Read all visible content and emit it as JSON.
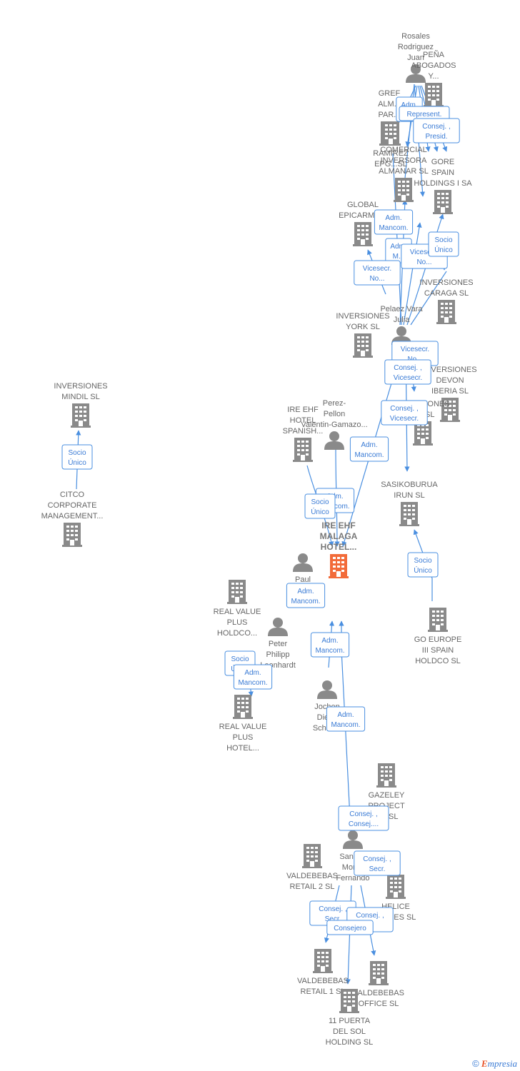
{
  "colors": {
    "edge": "#4a8fe0",
    "node": "#8a8a8a",
    "main": "#f26b3a",
    "rel_text": "#3a7bd5"
  },
  "nodes": [
    {
      "id": "main",
      "type": "company",
      "main": true,
      "label": [
        "IRE EHF",
        "MALAGA",
        "HOTEL..."
      ]
    },
    {
      "id": "rosales",
      "type": "person",
      "label": [
        "Rosales",
        "Rodriguez",
        "Juan"
      ]
    },
    {
      "id": "pena",
      "type": "company",
      "label": [
        "PEÑA",
        "ABOGADOS",
        "Y..."
      ]
    },
    {
      "id": "gref",
      "type": "company",
      "label": [
        "GREF",
        "ALM...",
        "PAR..."
      ]
    },
    {
      "id": "ramirez",
      "type": "company",
      "label": [
        "RAMIREZ",
        "EPG...SL"
      ]
    },
    {
      "id": "comercial",
      "type": "company",
      "label": [
        "COMERCIAL",
        "INVERSORA",
        "ALMANAR SL"
      ]
    },
    {
      "id": "gore",
      "type": "company",
      "label": [
        "GORE",
        "SPAIN",
        "HOLDINGS I SA"
      ]
    },
    {
      "id": "global",
      "type": "company",
      "label": [
        "GLOBAL",
        "EPICARMO..."
      ]
    },
    {
      "id": "caraga",
      "type": "company",
      "label": [
        "INVERSIONES",
        "CARAGA SL"
      ]
    },
    {
      "id": "pelaez",
      "type": "person",
      "label": [
        "Pelaez Vara",
        "Julia"
      ]
    },
    {
      "id": "york",
      "type": "company",
      "label": [
        "INVERSIONES",
        "YORK SL"
      ]
    },
    {
      "id": "devon",
      "type": "company",
      "label": [
        "INVERSIONES",
        "DEVON",
        "IBERIA SL"
      ]
    },
    {
      "id": "invers2",
      "type": "company",
      "label": [
        "INVERSIONES",
        "...S SL"
      ]
    },
    {
      "id": "perez",
      "type": "person",
      "label": [
        "Perez-",
        "Pellon",
        "Valentin-Gamazo..."
      ]
    },
    {
      "id": "irehotel",
      "type": "company",
      "label": [
        "IRE EHF",
        "HOTEL",
        "SPANISH..."
      ]
    },
    {
      "id": "sasiko",
      "type": "company",
      "label": [
        "SASIKOBURUA",
        "IRUN SL"
      ]
    },
    {
      "id": "goeurope",
      "type": "company",
      "label": [
        "GO EUROPE",
        "III SPAIN",
        "HOLDCO SL"
      ]
    },
    {
      "id": "mindil",
      "type": "company",
      "label": [
        "INVERSIONES",
        "MINDIL SL"
      ]
    },
    {
      "id": "citco",
      "type": "company",
      "label": [
        "CITCO",
        "CORPORATE",
        "MANAGEMENT..."
      ]
    },
    {
      "id": "paul",
      "type": "person",
      "label": [
        "Paul"
      ]
    },
    {
      "id": "rvpholdco",
      "type": "company",
      "label": [
        "REAL VALUE",
        "PLUS",
        "HOLDCO..."
      ]
    },
    {
      "id": "peter",
      "type": "person",
      "label": [
        "Peter",
        "Philipp",
        "Leonhardt"
      ]
    },
    {
      "id": "rvphotel",
      "type": "company",
      "label": [
        "REAL VALUE",
        "PLUS",
        "HOTEL..."
      ]
    },
    {
      "id": "jochen",
      "type": "person",
      "label": [
        "Jochen",
        "Diet...",
        "Schau..."
      ]
    },
    {
      "id": "gazeley",
      "type": "company",
      "label": [
        "GAZELEY",
        "PROJECT",
        "...S SL"
      ]
    },
    {
      "id": "sanjuan",
      "type": "person",
      "label": [
        "San J...",
        "Mon...",
        "Fernando"
      ]
    },
    {
      "id": "valdeb2",
      "type": "company",
      "label": [
        "VALDEBEBAS",
        "RETAIL 2 SL"
      ]
    },
    {
      "id": "helice",
      "type": "company",
      "label": [
        "HELICE",
        "...ORES SL"
      ]
    },
    {
      "id": "valdeb1",
      "type": "company",
      "label": [
        "VALDEBEBAS",
        "RETAIL 1 SL"
      ]
    },
    {
      "id": "valdeboff",
      "type": "company",
      "label": [
        "VALDEBEBAS",
        "OFFICE SL"
      ]
    },
    {
      "id": "puerta",
      "type": "company",
      "label": [
        "11 PUERTA",
        "DEL SOL",
        "HOLDING SL"
      ]
    }
  ],
  "relations": [
    {
      "label": [
        "Adm.",
        "M..."
      ]
    },
    {
      "label": [
        "Represent."
      ]
    },
    {
      "label": [
        "Consej. ,",
        "Presid."
      ]
    },
    {
      "label": [
        "Adm.",
        "Mancom."
      ]
    },
    {
      "label": [
        "Adm.",
        "M..."
      ]
    },
    {
      "label": [
        "Vicesecr.",
        "No..."
      ]
    },
    {
      "label": [
        "Socio",
        "Único"
      ]
    },
    {
      "label": [
        "Vicesecr.",
        "No..."
      ]
    },
    {
      "label": [
        "Vicesecr.",
        "No..."
      ]
    },
    {
      "label": [
        "Consej. ,",
        "Vicesecr."
      ]
    },
    {
      "label": [
        "Consej. ,",
        "Vicesecr."
      ]
    },
    {
      "label": [
        "Adm.",
        "Mancom."
      ]
    },
    {
      "label": [
        "Adm.",
        "Mancom."
      ]
    },
    {
      "label": [
        "Socio",
        "Único"
      ]
    },
    {
      "label": [
        "Socio",
        "Único"
      ]
    },
    {
      "label": [
        "Socio",
        "Único"
      ]
    },
    {
      "label": [
        "Adm.",
        "Mancom."
      ]
    },
    {
      "label": [
        "Socio",
        "Único"
      ]
    },
    {
      "label": [
        "Adm.",
        "Mancom."
      ]
    },
    {
      "label": [
        "Adm.",
        "Mancom."
      ]
    },
    {
      "label": [
        "Adm.",
        "Mancom."
      ]
    },
    {
      "label": [
        "Consej. ,",
        "Consej...."
      ]
    },
    {
      "label": [
        "Consej. ,",
        "Secr."
      ]
    },
    {
      "label": [
        "Consej. ,",
        "Secr."
      ]
    },
    {
      "label": [
        "Consej. ,",
        "..."
      ]
    },
    {
      "label": [
        "Consejero"
      ]
    }
  ],
  "footer": {
    "copyright": "©",
    "brand_first": "E",
    "brand_rest": "mpresia"
  }
}
